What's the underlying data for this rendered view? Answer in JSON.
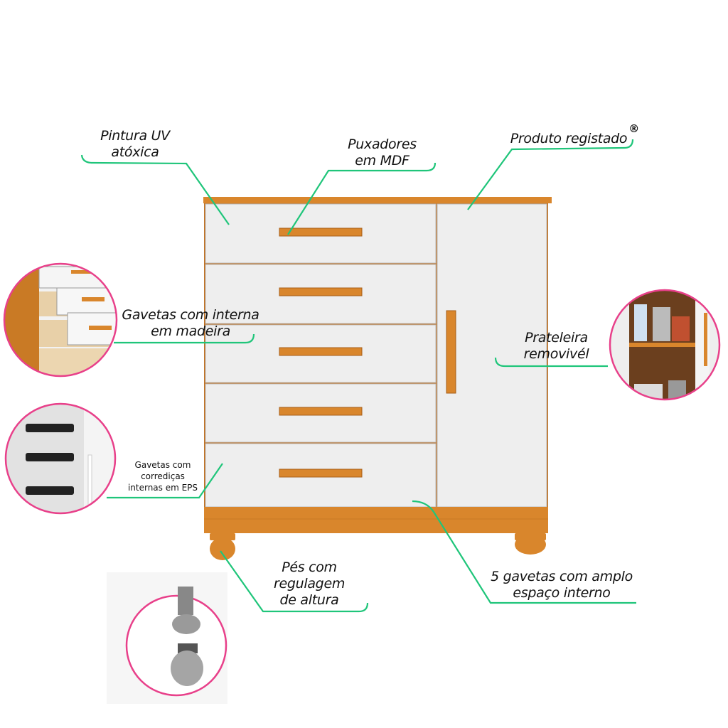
{
  "colors": {
    "wood": "#d9862c",
    "white_panel": "#eeeeee",
    "callout_line": "#1fc57a",
    "circle_border": "#e8408a"
  },
  "callouts": {
    "pintura": {
      "line1": "Pintura UV",
      "line2": "atóxica"
    },
    "puxadores": {
      "line1": "Puxadores",
      "line2": "em MDF"
    },
    "produto": {
      "text": "Produto registado",
      "mark": "®"
    },
    "gavetas_interna": {
      "line1": "Gavetas com interna",
      "line2": "em madeira"
    },
    "prateleira": {
      "line1": "Prateleira",
      "line2": "removivél"
    },
    "corredicas": {
      "line1": "Gavetas com",
      "line2": "corrediças",
      "line3": "internas em EPS"
    },
    "pes": {
      "line1": "Pés com",
      "line2": "regulagem",
      "line3": "de altura"
    },
    "cinco_gavetas": {
      "line1": "5 gavetas com amplo",
      "line2": "espaço interno"
    }
  }
}
